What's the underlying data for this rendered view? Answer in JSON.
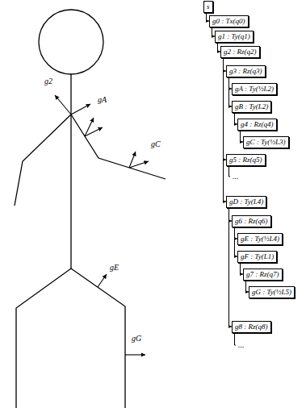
{
  "diagram": {
    "nodes": [
      {
        "text": [
          "s"
        ]
      },
      {
        "text": [
          "g0 : Tx(q0)"
        ]
      },
      {
        "text": [
          "g1 : Ty(q1)"
        ]
      },
      {
        "text": [
          "g2 : Rz(q2)"
        ]
      },
      {
        "text": [
          "g3 : Rz(q3)"
        ]
      },
      {
        "text": [
          "gA : Ty(½L2)"
        ]
      },
      {
        "text": [
          "gB : Ty(L2)"
        ]
      },
      {
        "text": [
          "g4 : Rz(q4)"
        ]
      },
      {
        "text": [
          "gC : Ty(½L3)"
        ]
      },
      {
        "text": [
          "g5 : Rz(q5)"
        ]
      },
      {
        "text": [
          "gD : Ty(L4)"
        ]
      },
      {
        "text": [
          "g6 : Rz(q6)"
        ]
      },
      {
        "text": [
          "gE : Ty(½L4)"
        ]
      },
      {
        "text": [
          "gF : Ty(L1)"
        ]
      },
      {
        "text": [
          "g7 : Rz(q7)"
        ]
      },
      {
        "text": [
          "gG : Ty(½L5)"
        ]
      },
      {
        "text": [
          "g8 : Rz(q8)"
        ]
      }
    ],
    "edges": [
      {
        "from": 0,
        "to": 1,
        "arrow": "to"
      },
      {
        "from": 1,
        "to": 2,
        "arrow": "to"
      },
      {
        "from": 2,
        "to": 3,
        "arrow": "to"
      },
      {
        "from": 3,
        "to": 4,
        "arrow": "to"
      },
      {
        "from": 4,
        "to": 5,
        "arrow": "to"
      },
      {
        "from": 4,
        "to": 6,
        "arrow": "to"
      },
      {
        "from": 6,
        "to": 7,
        "arrow": "to"
      },
      {
        "from": 7,
        "to": 8,
        "arrow": "to"
      },
      {
        "from": 3,
        "to": 9,
        "arrow": "to"
      },
      {
        "from": 3,
        "to": 10,
        "arrow": "to"
      },
      {
        "from": 10,
        "to": 11,
        "arrow": "to"
      },
      {
        "from": 11,
        "to": 12,
        "arrow": "to"
      },
      {
        "from": 11,
        "to": 13,
        "arrow": "to"
      },
      {
        "from": 13,
        "to": 14,
        "arrow": "to"
      },
      {
        "from": 14,
        "to": 15,
        "arrow": "to"
      },
      {
        "from": 10,
        "to": 16,
        "arrow": "to"
      }
    ],
    "labels": [
      "g2",
      "gA",
      "gC",
      "gE",
      "gG",
      "...",
      "..."
    ]
  }
}
